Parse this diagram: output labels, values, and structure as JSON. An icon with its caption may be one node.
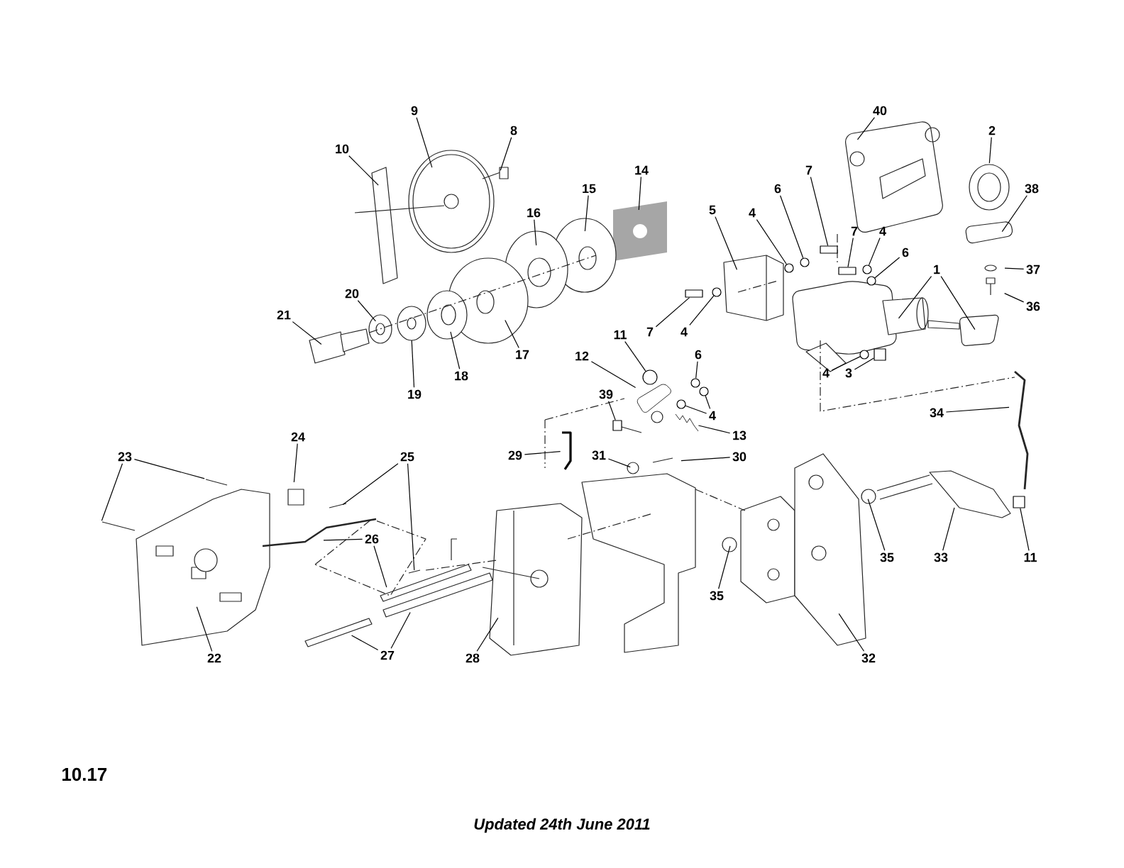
{
  "diagram": {
    "nodes": [
      {
        "text": [
          "10"
        ]
      },
      {
        "text": [
          "9"
        ]
      },
      {
        "text": [
          "8"
        ]
      },
      {
        "text": [
          "14"
        ]
      },
      {
        "text": [
          "15"
        ]
      },
      {
        "text": [
          "16"
        ]
      },
      {
        "text": [
          "17"
        ]
      },
      {
        "text": [
          "18"
        ]
      },
      {
        "text": [
          "19"
        ]
      },
      {
        "text": [
          "20"
        ]
      },
      {
        "text": [
          "21"
        ]
      },
      {
        "text": [
          "40"
        ]
      },
      {
        "text": [
          "2"
        ]
      },
      {
        "text": [
          "38"
        ]
      },
      {
        "text": [
          "37"
        ]
      },
      {
        "text": [
          "36"
        ]
      },
      {
        "text": [
          "5"
        ]
      },
      {
        "text": [
          "4"
        ]
      },
      {
        "text": [
          "6"
        ]
      },
      {
        "text": [
          "7"
        ]
      },
      {
        "text": [
          "7"
        ]
      },
      {
        "text": [
          "4"
        ]
      },
      {
        "text": [
          "6"
        ]
      },
      {
        "text": [
          "1"
        ]
      },
      {
        "text": [
          "7"
        ]
      },
      {
        "text": [
          "4"
        ]
      },
      {
        "text": [
          "4"
        ]
      },
      {
        "text": [
          "3"
        ]
      },
      {
        "text": [
          "11"
        ]
      },
      {
        "text": [
          "12"
        ]
      },
      {
        "text": [
          "6"
        ]
      },
      {
        "text": [
          "39"
        ]
      },
      {
        "text": [
          "4"
        ]
      },
      {
        "text": [
          "13"
        ]
      },
      {
        "text": [
          "29"
        ]
      },
      {
        "text": [
          "31"
        ]
      },
      {
        "text": [
          "30"
        ]
      },
      {
        "text": [
          "34"
        ]
      },
      {
        "text": [
          "23"
        ]
      },
      {
        "text": [
          "24"
        ]
      },
      {
        "text": [
          "25"
        ]
      },
      {
        "text": [
          "26"
        ]
      },
      {
        "text": [
          "35"
        ]
      },
      {
        "text": [
          "33"
        ]
      },
      {
        "text": [
          "11"
        ]
      },
      {
        "text": [
          "35"
        ]
      },
      {
        "text": [
          "22"
        ]
      },
      {
        "text": [
          "27"
        ]
      },
      {
        "text": [
          "28"
        ]
      },
      {
        "text": [
          "32"
        ]
      },
      {
        "text": [],
        "shape": "circle"
      },
      {
        "text": [],
        "shape": "circle"
      },
      {
        "text": [],
        "shape": "box"
      },
      {
        "text": [],
        "shape": "box"
      },
      {
        "text": [],
        "shape": "circle"
      },
      {
        "text": [],
        "shape": "circle"
      },
      {
        "text": [],
        "shape": "box"
      },
      {
        "text": [],
        "shape": "circle"
      },
      {
        "text": [],
        "shape": "circle"
      },
      {
        "text": [],
        "shape": "box"
      },
      {
        "text": [],
        "shape": "circle"
      },
      {
        "text": [],
        "shape": "picture"
      },
      {
        "text": [],
        "shape": "circle"
      },
      {
        "text": [],
        "shape": "box"
      },
      {
        "text": [],
        "shape": "circle"
      },
      {
        "text": [],
        "shape": "circle"
      },
      {
        "text": [],
        "shape": "picture"
      },
      {
        "text": [],
        "shape": "picture"
      },
      {
        "text": [],
        "shape": "box"
      }
    ],
    "edges": [
      {
        "from": 0,
        "to": null,
        "arrow": "none"
      },
      {
        "from": 1,
        "to": null,
        "arrow": "none"
      },
      {
        "from": 2,
        "to": null,
        "arrow": "none"
      },
      {
        "from": 3,
        "to": null,
        "arrow": "none"
      },
      {
        "from": 4,
        "to": null,
        "arrow": "none"
      },
      {
        "from": 5,
        "to": null,
        "arrow": "none"
      },
      {
        "from": 6,
        "to": null,
        "arrow": "none"
      },
      {
        "from": 7,
        "to": null,
        "arrow": "none"
      },
      {
        "from": 8,
        "to": null,
        "arrow": "none"
      },
      {
        "from": 9,
        "to": null,
        "arrow": "none"
      },
      {
        "from": 10,
        "to": null,
        "arrow": "none"
      },
      {
        "from": 11,
        "to": null,
        "arrow": "none"
      },
      {
        "from": 12,
        "to": null,
        "arrow": "none"
      },
      {
        "from": 13,
        "to": null,
        "arrow": "none"
      },
      {
        "from": 14,
        "to": null,
        "arrow": "none"
      },
      {
        "from": 15,
        "to": null,
        "arrow": "none"
      },
      {
        "from": 16,
        "to": null,
        "arrow": "none"
      },
      {
        "from": 17,
        "to": 50,
        "arrow": "none"
      },
      {
        "from": 18,
        "to": 51,
        "arrow": "none"
      },
      {
        "from": 19,
        "to": 52,
        "arrow": "none"
      },
      {
        "from": 20,
        "to": 53,
        "arrow": "none"
      },
      {
        "from": 21,
        "to": 54,
        "arrow": "none"
      },
      {
        "from": 22,
        "to": 55,
        "arrow": "none"
      },
      {
        "from": 23,
        "to": null,
        "arrow": "none"
      },
      {
        "from": 23,
        "to": null,
        "arrow": "none"
      },
      {
        "from": 24,
        "to": 56,
        "arrow": "none"
      },
      {
        "from": 25,
        "to": 57,
        "arrow": "none"
      },
      {
        "from": 26,
        "to": 58,
        "arrow": "none"
      },
      {
        "from": 27,
        "to": 59,
        "arrow": "none"
      },
      {
        "from": 28,
        "to": 60,
        "arrow": "none"
      },
      {
        "from": 29,
        "to": 61,
        "arrow": "none"
      },
      {
        "from": 30,
        "to": 62,
        "arrow": "none"
      },
      {
        "from": 31,
        "to": 63,
        "arrow": "none"
      },
      {
        "from": 32,
        "to": 64,
        "arrow": "none"
      },
      {
        "from": 32,
        "to": 65,
        "arrow": "none"
      },
      {
        "from": 33,
        "to": 66,
        "arrow": "none"
      },
      {
        "from": 34,
        "to": 67,
        "arrow": "none"
      },
      {
        "from": 35,
        "to": null,
        "arrow": "none"
      },
      {
        "from": 36,
        "to": null,
        "arrow": "none"
      },
      {
        "from": 37,
        "to": null,
        "arrow": "none"
      },
      {
        "from": 38,
        "to": null,
        "arrow": "none"
      },
      {
        "from": 38,
        "to": null,
        "arrow": "none"
      },
      {
        "from": 39,
        "to": null,
        "arrow": "none"
      },
      {
        "from": 40,
        "to": null,
        "arrow": "none"
      },
      {
        "from": 40,
        "to": null,
        "arrow": "none"
      },
      {
        "from": 41,
        "to": null,
        "arrow": "none"
      },
      {
        "from": 41,
        "to": null,
        "arrow": "none"
      },
      {
        "from": 42,
        "to": null,
        "arrow": "none"
      },
      {
        "from": 43,
        "to": null,
        "arrow": "none"
      },
      {
        "from": 44,
        "to": 68,
        "arrow": "none"
      },
      {
        "from": 45,
        "to": null,
        "arrow": "none"
      },
      {
        "from": 46,
        "to": null,
        "arrow": "none"
      },
      {
        "from": 47,
        "to": null,
        "arrow": "none"
      },
      {
        "from": 47,
        "to": null,
        "arrow": "none"
      },
      {
        "from": 48,
        "to": null,
        "arrow": "none"
      },
      {
        "from": 49,
        "to": null,
        "arrow": "none"
      }
    ],
    "labels": [
      "10.17",
      "Updated 24th June 2011"
    ]
  }
}
